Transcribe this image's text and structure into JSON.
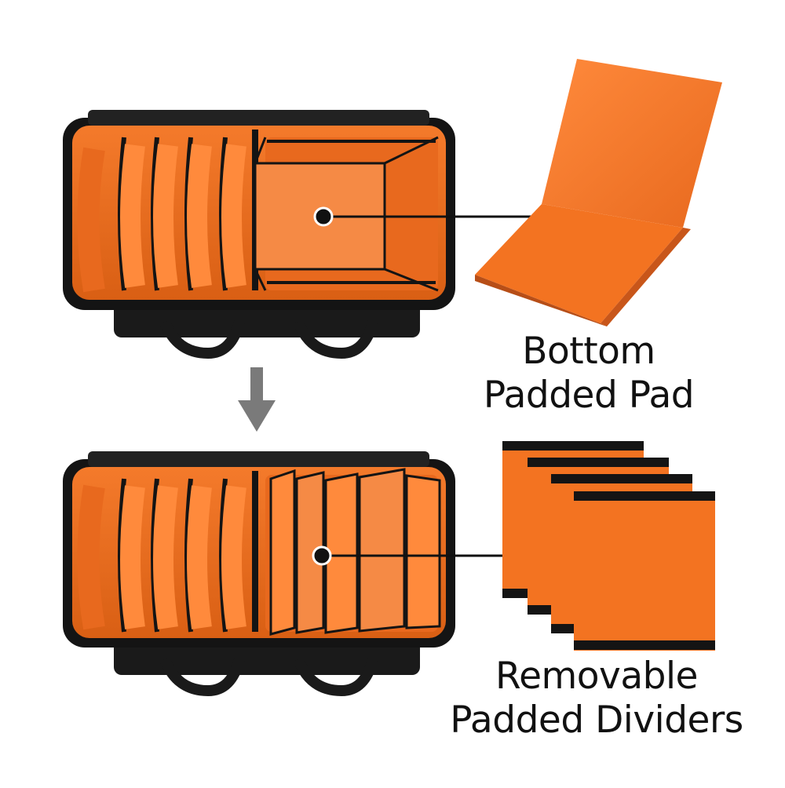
{
  "captions": {
    "bottom_pad": {
      "line1": "Bottom",
      "line2": "Padded Pad"
    },
    "dividers": {
      "line1": "Removable",
      "line2": "Padded Dividers"
    }
  },
  "colors": {
    "orange": "#f37321",
    "orange_dark": "#d95f14",
    "orange_light": "#ff8a3c",
    "black": "#141414",
    "arrow_gray": "#7a7a7a"
  },
  "icons": [
    "down-arrow-icon",
    "callout-dot-icon"
  ]
}
